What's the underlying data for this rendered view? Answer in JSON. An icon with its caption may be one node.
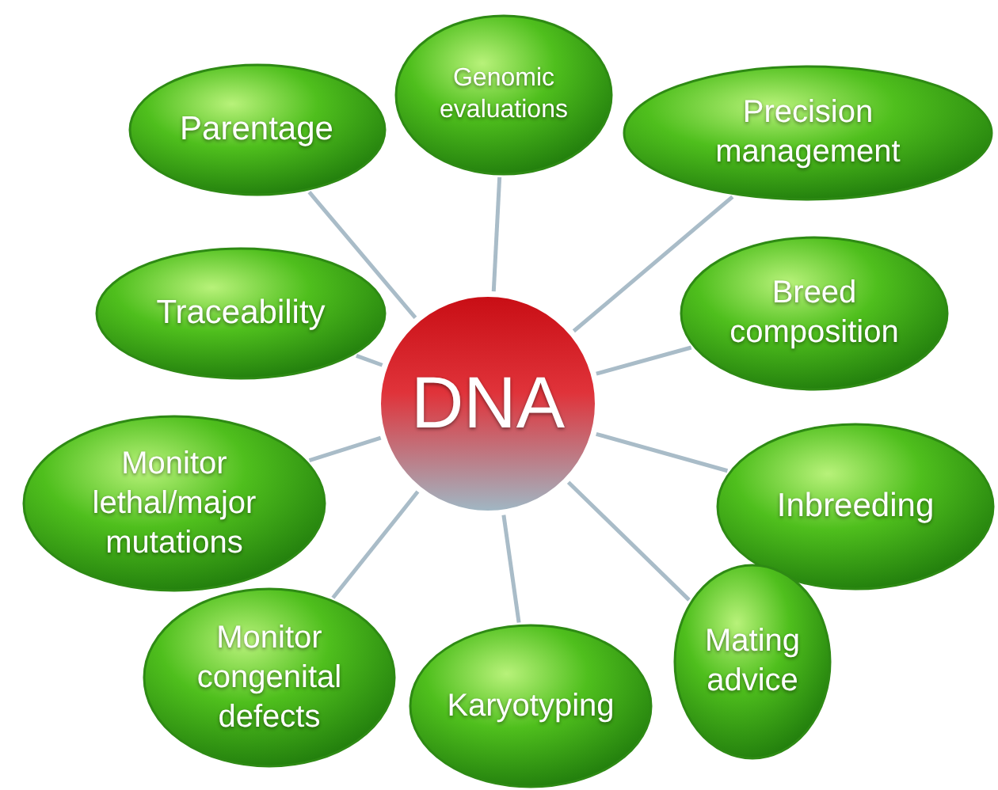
{
  "diagram": {
    "nodes": [
      {
        "text": [
          "Parentage"
        ]
      },
      {
        "text": [
          "Genomic evaluations"
        ]
      },
      {
        "text": [
          "Precision management"
        ]
      },
      {
        "text": [
          "Traceability"
        ]
      },
      {
        "text": [
          "DNA"
        ]
      },
      {
        "text": [
          "Breed composition"
        ]
      },
      {
        "text": [
          "Monitor lethal/major mutations"
        ]
      },
      {
        "text": [
          "Inbreeding"
        ]
      },
      {
        "text": [
          "Monitor congenital defects"
        ]
      },
      {
        "text": [
          "Karyotyping"
        ]
      },
      {
        "text": [
          "Mating advice"
        ]
      }
    ],
    "edges": [
      {
        "from": 4,
        "to": 0,
        "arrow": "none"
      },
      {
        "from": 4,
        "to": 1,
        "arrow": "none"
      },
      {
        "from": 4,
        "to": 2,
        "arrow": "none"
      },
      {
        "from": 4,
        "to": 3,
        "arrow": "none"
      },
      {
        "from": 4,
        "to": 5,
        "arrow": "none"
      },
      {
        "from": 4,
        "to": 6,
        "arrow": "none"
      },
      {
        "from": 4,
        "to": 7,
        "arrow": "none"
      },
      {
        "from": 4,
        "to": 8,
        "arrow": "none"
      },
      {
        "from": 4,
        "to": 9,
        "arrow": "none"
      },
      {
        "from": 4,
        "to": 10,
        "arrow": "none"
      }
    ]
  }
}
